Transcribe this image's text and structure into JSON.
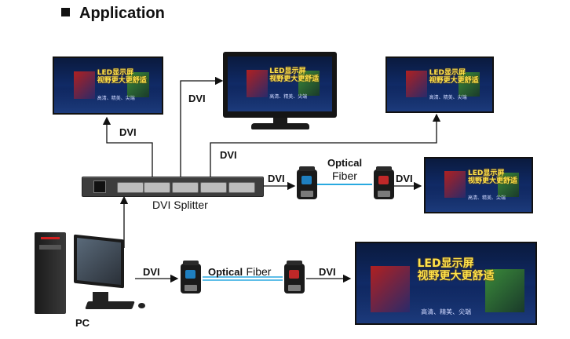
{
  "heading": "Application",
  "screen_text": {
    "brand_line1": "LED显示屏",
    "brand_line2": "视野更大更舒适",
    "tagline": "高清、精美、尖端"
  },
  "labels": {
    "dvi_top_left": "DVI",
    "dvi_top_center": "DVI",
    "dvi_top_right": "DVI",
    "dvi_splitter_out": "DVI",
    "optical_1": "Optical",
    "fiber_1": "Fiber",
    "dvi_right_out": "DVI",
    "splitter": "DVI Splitter",
    "dvi_pc_out": "DVI",
    "optical_2": "Optical",
    "fiber_2": "Fiber",
    "dvi_bottom_out": "DVI",
    "pc": "PC"
  },
  "colors": {
    "arrow": "#111111",
    "fiber": "#29a9e0",
    "converter_tx": "#1e7fc0",
    "converter_rx": "#c02828"
  }
}
